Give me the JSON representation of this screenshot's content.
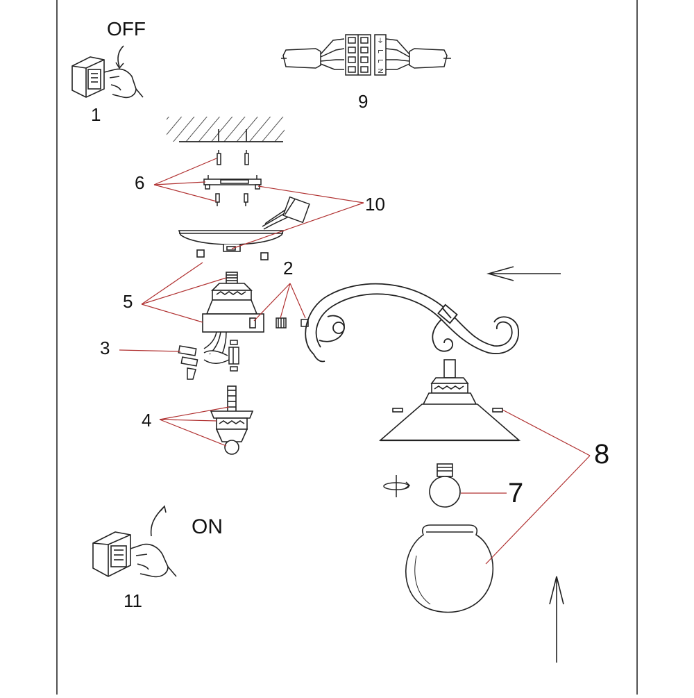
{
  "labels": {
    "off": "OFF",
    "on": "ON",
    "step_1": "1",
    "step_2": "2",
    "step_3": "3",
    "step_4": "4",
    "step_5": "5",
    "step_6": "6",
    "step_7": "7",
    "step_8": "8",
    "step_9": "9",
    "step_10": "10",
    "step_11": "11"
  },
  "terminal_block": {
    "earth_symbol": "⏚",
    "letters": [
      "L",
      "L",
      "N"
    ]
  },
  "colors": {
    "line": "#1a1a1a",
    "leader": "#b03030",
    "frame": "#1a1a1a"
  },
  "icons": [
    "wall-switch-icon",
    "hand-icon",
    "rotate-arrow-icon",
    "direction-arrow-icon"
  ]
}
